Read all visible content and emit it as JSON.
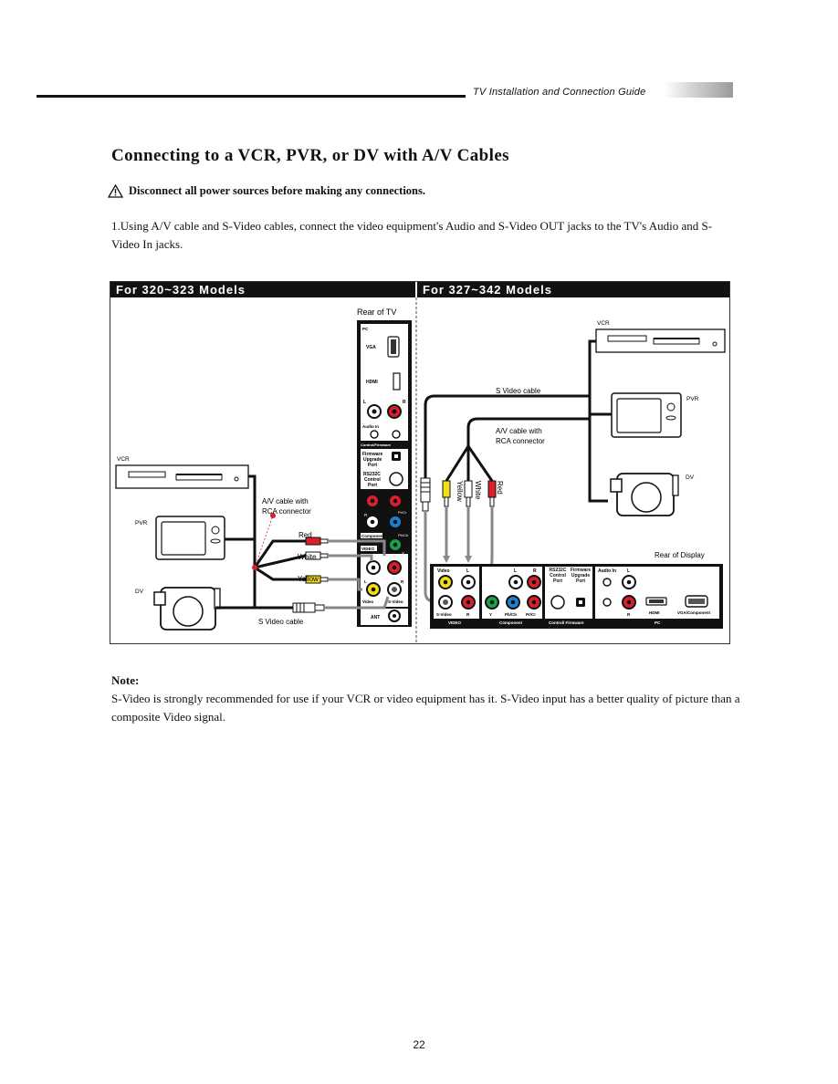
{
  "header": {
    "title": "TV Installation and Connection Guide"
  },
  "heading": "Connecting to a VCR, PVR, or DV with A/V Cables",
  "warning": "Disconnect all power sources before making any connections.",
  "step1": "1.Using A/V cable and S-Video cables, connect the video equipment's Audio and S-Video OUT jacks to the TV's Audio and S-Video In jacks.",
  "diagram": {
    "left_title": "For 320~323 Models",
    "right_title": "For 327~342 Models",
    "rear_tv": "Rear of TV",
    "rear_display": "Rear of Display",
    "devices": {
      "vcr": "VCR",
      "pvr": "PVR",
      "dv": "DV"
    },
    "cables": {
      "av_cable_left": "A/V cable with RCA connector",
      "av_cable_right_1": "A/V cable with",
      "av_cable_right_2": "RCA connector",
      "av_left_1": "A/V cable with",
      "av_left_2": "RCA connector",
      "red": "Red",
      "white": "White",
      "yellow": "Yellow",
      "svideo_cable": "S Video cable"
    },
    "tv_panel": {
      "pc": "PC",
      "vga": "VGA",
      "hdmi": "HDMI",
      "l": "L",
      "r": "R",
      "audio_in": "Audio In",
      "control_firmware": "Control/Firmware",
      "firmware": "Firmware",
      "upgrade": "Upgrade",
      "port": "Port",
      "rs232c": "RS232C",
      "control": "Control",
      "pb_cb": "Pb/Cb",
      "pr_cr": "Pr/Cr",
      "y": "Y",
      "component": "Component",
      "video_section": "VIDEO",
      "video": "Video",
      "s_video": "S-Video",
      "ant": "ANT"
    },
    "display_panel": {
      "video": "Video",
      "s_video": "S-Video",
      "l": "L",
      "r": "R",
      "y": "Y",
      "pb_cb": "Pb/Cb",
      "pr_cr": "Pr/Cr",
      "rs232c_control_port": "RS232C Control Port",
      "firmware_upgrade_port": "Firmware Upgrade Port",
      "audio_in": "Audio In",
      "hdmi": "HDMI",
      "vga_component": "VGA/Component",
      "video_label": "VIDEO",
      "component_label": "Component",
      "control_firmware_label": "Control/ Firmware",
      "pc_label": "PC"
    }
  },
  "note": {
    "heading": "Note:",
    "text": "S-Video is strongly recommended for use if your VCR or video equipment has it. S-Video input has a better quality of picture than a composite Video signal."
  },
  "page_number": "22",
  "colors": {
    "red": "#d8202a",
    "white": "#ffffff",
    "yellow": "#f2dd1a",
    "green": "#1aa04a",
    "blue": "#1e7fd0",
    "black": "#111111"
  }
}
